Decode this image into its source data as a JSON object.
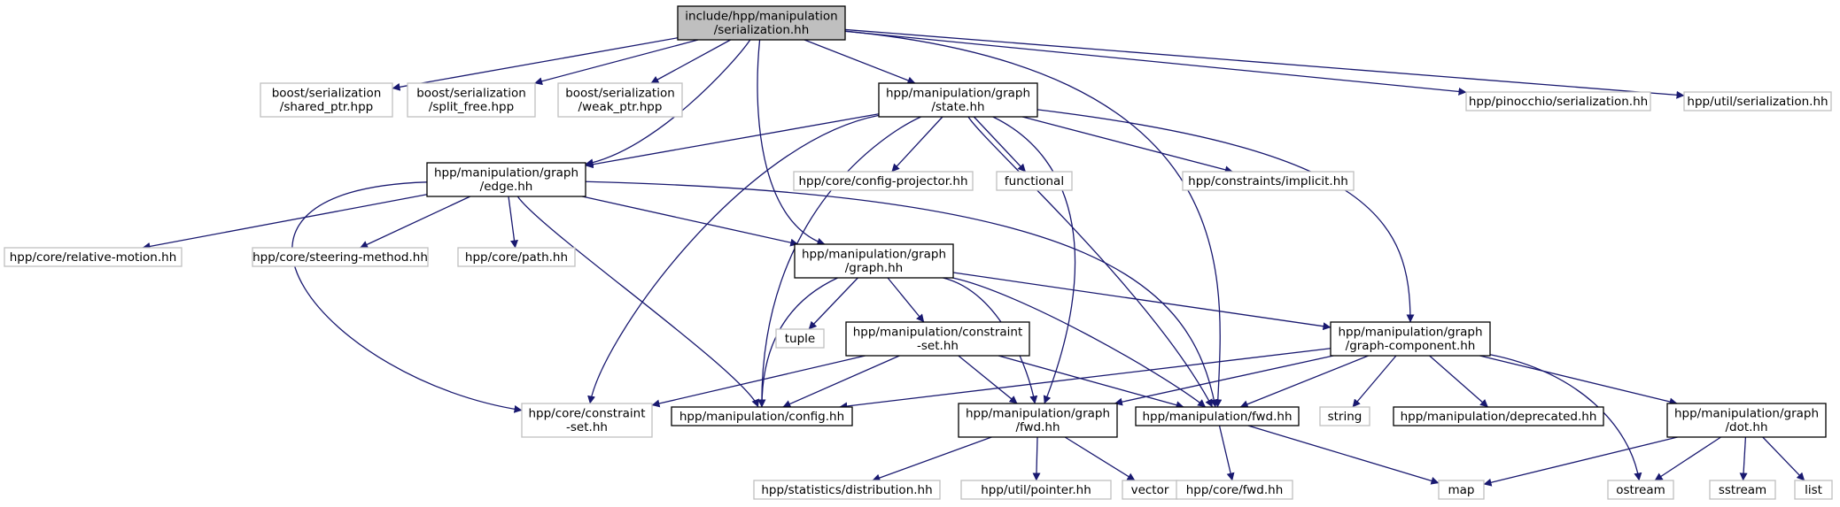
{
  "colors": {
    "edge": "#191970",
    "documented_border": "#000000",
    "external_border": "#bfbfbf",
    "root_fill": "#bfbfbf",
    "node_fill": "#ffffff"
  },
  "nodes": [
    {
      "id": "root",
      "lines": [
        "include/hpp/manipulation",
        "/serialization.hh"
      ],
      "kind": "root"
    },
    {
      "id": "shared_ptr",
      "lines": [
        "boost/serialization",
        "/shared_ptr.hpp"
      ],
      "kind": "external"
    },
    {
      "id": "split_free",
      "lines": [
        "boost/serialization",
        "/split_free.hpp"
      ],
      "kind": "external"
    },
    {
      "id": "weak_ptr",
      "lines": [
        "boost/serialization",
        "/weak_ptr.hpp"
      ],
      "kind": "external"
    },
    {
      "id": "state",
      "lines": [
        "hpp/manipulation/graph",
        "/state.hh"
      ],
      "kind": "documented"
    },
    {
      "id": "pinocchio_ser",
      "lines": [
        "hpp/pinocchio/serialization.hh"
      ],
      "kind": "external"
    },
    {
      "id": "util_ser",
      "lines": [
        "hpp/util/serialization.hh"
      ],
      "kind": "external"
    },
    {
      "id": "edge",
      "lines": [
        "hpp/manipulation/graph",
        "/edge.hh"
      ],
      "kind": "documented"
    },
    {
      "id": "config_projector",
      "lines": [
        "hpp/core/config-projector.hh"
      ],
      "kind": "external"
    },
    {
      "id": "functional",
      "lines": [
        "functional"
      ],
      "kind": "external"
    },
    {
      "id": "implicit",
      "lines": [
        "hpp/constraints/implicit.hh"
      ],
      "kind": "external"
    },
    {
      "id": "relative_motion",
      "lines": [
        "hpp/core/relative-motion.hh"
      ],
      "kind": "external"
    },
    {
      "id": "steering_method",
      "lines": [
        "hpp/core/steering-method.hh"
      ],
      "kind": "external"
    },
    {
      "id": "path",
      "lines": [
        "hpp/core/path.hh"
      ],
      "kind": "external"
    },
    {
      "id": "graph",
      "lines": [
        "hpp/manipulation/graph",
        "/graph.hh"
      ],
      "kind": "documented"
    },
    {
      "id": "tuple",
      "lines": [
        "tuple"
      ],
      "kind": "external"
    },
    {
      "id": "constraint_set",
      "lines": [
        "hpp/manipulation/constraint",
        "-set.hh"
      ],
      "kind": "documented"
    },
    {
      "id": "graph_component",
      "lines": [
        "hpp/manipulation/graph",
        "/graph-component.hh"
      ],
      "kind": "documented"
    },
    {
      "id": "core_constraint_set",
      "lines": [
        "hpp/core/constraint",
        "-set.hh"
      ],
      "kind": "external"
    },
    {
      "id": "config",
      "lines": [
        "hpp/manipulation/config.hh"
      ],
      "kind": "documented"
    },
    {
      "id": "graph_fwd",
      "lines": [
        "hpp/manipulation/graph",
        "/fwd.hh"
      ],
      "kind": "documented"
    },
    {
      "id": "manip_fwd",
      "lines": [
        "hpp/manipulation/fwd.hh"
      ],
      "kind": "documented"
    },
    {
      "id": "string",
      "lines": [
        "string"
      ],
      "kind": "external"
    },
    {
      "id": "deprecated",
      "lines": [
        "hpp/manipulation/deprecated.hh"
      ],
      "kind": "documented"
    },
    {
      "id": "dot",
      "lines": [
        "hpp/manipulation/graph",
        "/dot.hh"
      ],
      "kind": "documented"
    },
    {
      "id": "distribution",
      "lines": [
        "hpp/statistics/distribution.hh"
      ],
      "kind": "external"
    },
    {
      "id": "pointer",
      "lines": [
        "hpp/util/pointer.hh"
      ],
      "kind": "external"
    },
    {
      "id": "vector",
      "lines": [
        "vector"
      ],
      "kind": "external"
    },
    {
      "id": "core_fwd",
      "lines": [
        "hpp/core/fwd.hh"
      ],
      "kind": "external"
    },
    {
      "id": "map",
      "lines": [
        "map"
      ],
      "kind": "external"
    },
    {
      "id": "ostream",
      "lines": [
        "ostream"
      ],
      "kind": "external"
    },
    {
      "id": "sstream",
      "lines": [
        "sstream"
      ],
      "kind": "external"
    },
    {
      "id": "list",
      "lines": [
        "list"
      ],
      "kind": "external"
    }
  ],
  "edges": [
    [
      "root",
      "shared_ptr"
    ],
    [
      "root",
      "split_free"
    ],
    [
      "root",
      "weak_ptr"
    ],
    [
      "root",
      "state"
    ],
    [
      "root",
      "pinocchio_ser"
    ],
    [
      "root",
      "util_ser"
    ],
    [
      "root",
      "edge"
    ],
    [
      "root",
      "graph"
    ],
    [
      "root",
      "manip_fwd"
    ],
    [
      "state",
      "edge"
    ],
    [
      "state",
      "config_projector"
    ],
    [
      "state",
      "functional"
    ],
    [
      "state",
      "implicit"
    ],
    [
      "state",
      "graph_component"
    ],
    [
      "state",
      "core_constraint_set"
    ],
    [
      "state",
      "config"
    ],
    [
      "state",
      "graph_fwd"
    ],
    [
      "state",
      "manip_fwd"
    ],
    [
      "edge",
      "relative_motion"
    ],
    [
      "edge",
      "steering_method"
    ],
    [
      "edge",
      "path"
    ],
    [
      "edge",
      "graph"
    ],
    [
      "edge",
      "core_constraint_set"
    ],
    [
      "edge",
      "config"
    ],
    [
      "edge",
      "manip_fwd"
    ],
    [
      "graph",
      "tuple"
    ],
    [
      "graph",
      "constraint_set"
    ],
    [
      "graph",
      "graph_component"
    ],
    [
      "graph",
      "config"
    ],
    [
      "graph",
      "graph_fwd"
    ],
    [
      "graph",
      "manip_fwd"
    ],
    [
      "constraint_set",
      "core_constraint_set"
    ],
    [
      "constraint_set",
      "config"
    ],
    [
      "constraint_set",
      "graph_fwd"
    ],
    [
      "constraint_set",
      "manip_fwd"
    ],
    [
      "graph_component",
      "config"
    ],
    [
      "graph_component",
      "graph_fwd"
    ],
    [
      "graph_component",
      "manip_fwd"
    ],
    [
      "graph_component",
      "string"
    ],
    [
      "graph_component",
      "deprecated"
    ],
    [
      "graph_component",
      "dot"
    ],
    [
      "graph_component",
      "ostream"
    ],
    [
      "graph_fwd",
      "distribution"
    ],
    [
      "graph_fwd",
      "pointer"
    ],
    [
      "graph_fwd",
      "vector"
    ],
    [
      "manip_fwd",
      "core_fwd"
    ],
    [
      "manip_fwd",
      "map"
    ],
    [
      "dot",
      "map"
    ],
    [
      "dot",
      "ostream"
    ],
    [
      "dot",
      "sstream"
    ],
    [
      "dot",
      "list"
    ]
  ]
}
